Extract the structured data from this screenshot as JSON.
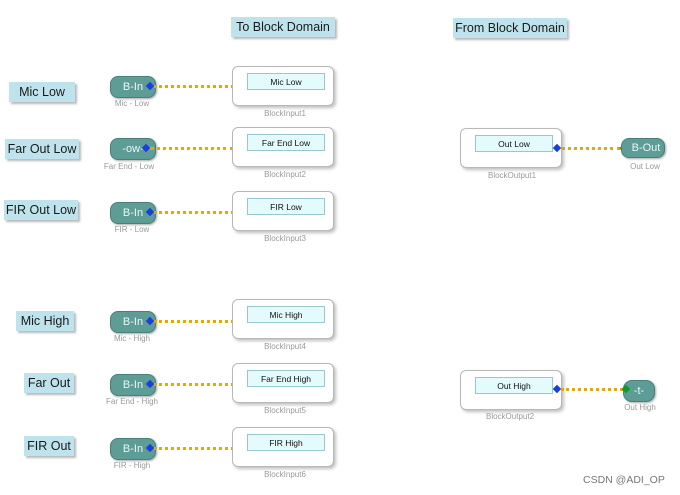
{
  "headers": {
    "to_block_domain": "To  Block Domain",
    "from_block_domain": "From Block Domain"
  },
  "rows": [
    {
      "label": "Mic Low",
      "pill": "B-In",
      "pill_caption": "Mic - Low",
      "block_label": "Mic Low",
      "block_caption": "BlockInput1"
    },
    {
      "label": "Far Out Low",
      "pill": "-ow-",
      "pill_caption": "Far End - Low",
      "block_label": "Far End Low",
      "block_caption": "BlockInput2"
    },
    {
      "label": "FIR Out Low",
      "pill": "B-In",
      "pill_caption": "FIR - Low",
      "block_label": "FIR Low",
      "block_caption": "BlockInput3"
    },
    {
      "label": "Mic High",
      "pill": "B-In",
      "pill_caption": "Mic - High",
      "block_label": "Mic High",
      "block_caption": "BlockInput4"
    },
    {
      "label": "Far Out",
      "pill": "B-In",
      "pill_caption": "Far End - High",
      "block_label": "Far End High",
      "block_caption": "BlockInput5"
    },
    {
      "label": "FIR Out",
      "pill": "B-In",
      "pill_caption": "FIR - High",
      "block_label": "FIR High",
      "block_caption": "BlockInput6"
    }
  ],
  "outputs": [
    {
      "block_label": "Out Low",
      "block_caption": "BlockOutput1",
      "pill": "B-Out",
      "pill_caption": "Out Low"
    },
    {
      "block_label": "Out High",
      "block_caption": "BlockOutput2",
      "pill": "-t-",
      "pill_caption": "Out High"
    }
  ],
  "watermark": "CSDN @ADI_OP",
  "colors": {
    "label_bg": "#bfe3ec",
    "pill_bg": "#5e9c96",
    "wire": "#e8a800",
    "pin_input": "#0a9c2c",
    "pin_output": "#1a3fe0",
    "block_inner_bg": "#e4fbfd"
  },
  "icons": {
    "input_pin": "green-diamond",
    "output_pin": "blue-diamond"
  }
}
